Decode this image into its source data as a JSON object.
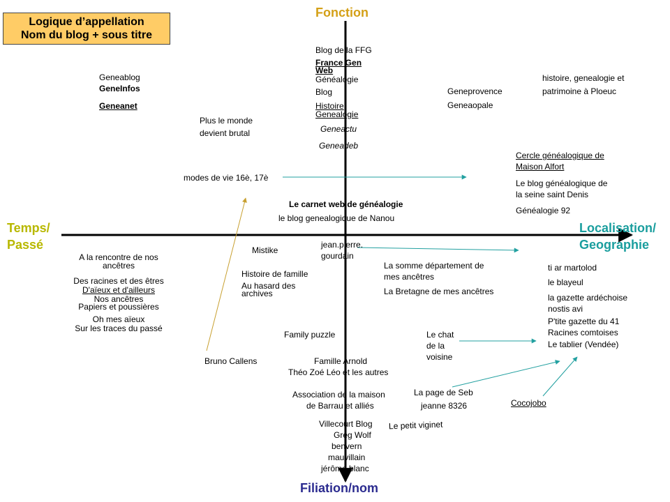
{
  "title_box": {
    "line1": "Logique d’appellation",
    "line2": "Nom du blog + sous titre"
  },
  "axes": {
    "top": "Fonction",
    "bottom": "Filiation/nom",
    "left1": "Temps/",
    "left2": "Passé",
    "right1": "Localisation/",
    "right2": "Geographie"
  },
  "colors": {
    "fonction": "#d4a017",
    "filiation": "#2b2b8f",
    "temps": "#b8b800",
    "geographie": "#1a9e9e",
    "teal_arrow": "#22a0a0",
    "olive_arrow": "#c8a030",
    "title_box_bg": "#ffcc66"
  },
  "items": {
    "ffg": "Blog de la FFG",
    "fgw1": "France Gen",
    "fgw2": "Web",
    "genealogie_blog1": "Généalogie",
    "genealogie_blog2": "Blog",
    "histoire_gen1": "Histoire",
    "histoire_gen2": "Genealogie",
    "geneactu": "Geneactu",
    "geneadeb": "Geneadeb",
    "geneablog": "Geneablog",
    "geneinfos": "GeneInfos",
    "geneanet": "Geneanet",
    "plus_monde1": "Plus le monde",
    "plus_monde2": "devient brutal",
    "geneprovence": "Geneprovence",
    "geneaopale": "Geneaopale",
    "ploeuc1": "histoire, genealogie et",
    "ploeuc2": "patrimoine à Ploeuc",
    "cercle1": "Cercle généalogique de",
    "cercle2": "Maison Alfort",
    "seine1": "Le blog généalogique de",
    "seine2": "la seine saint Denis",
    "gen92": "Généalogie 92",
    "modes": "modes  de vie 16è, 17è",
    "carnet": "Le carnet web de généalogie",
    "nanou": "le blog genealogique de Nanou",
    "mistike": "Mistike",
    "jp1": "jean.pierre.",
    "jp2": "gourdain",
    "rencontre1": "A la rencontre de nos",
    "rencontre2": "ancêtres",
    "racines_etres": "Des racines et des êtres",
    "aieux_ailleurs": "D'aïeux et d'ailleurs",
    "nos_ancetres": "Nos ancêtres",
    "papiers": "Papiers et poussières",
    "oh_aieux": "Oh mes aïeux",
    "traces": "Sur les traces du passé",
    "histoire_famille": "Histoire de famille",
    "hasard1": "Au hasard des",
    "hasard2": "archives",
    "somme1": "La somme département de",
    "somme2": "mes ancêtres",
    "bretagne": "La Bretagne de mes ancêtres",
    "martolod": "ti ar martolod",
    "blayeul": "le blayeul",
    "ardechoise": "la gazette ardéchoise",
    "nostis": "nostis avi",
    "ptite": "P'tite gazette du 41",
    "comtoises": "Racines comtoises",
    "tablier": "Le tablier (Vendée)",
    "family_puzzle": "Family puzzle",
    "chat1": "Le chat",
    "chat2": "de la",
    "chat3": "voisine",
    "bruno": "Bruno Callens",
    "arnold": "Famille Arnold",
    "theo": "Théo Zoé Léo et les autres",
    "assoc1": "Association de la maison",
    "assoc2": "de Barrau et alliés",
    "seb": "La page de Seb",
    "jeanne": "jeanne 8326",
    "cocojobo": "Cocojobo",
    "villecourt": "Villecourt Blog",
    "greg": "Greg Wolf",
    "benvern": "benvern",
    "mauvillain": "mauvillain",
    "jerome": "jérôme blanc",
    "viginet": "Le petit viginet"
  }
}
